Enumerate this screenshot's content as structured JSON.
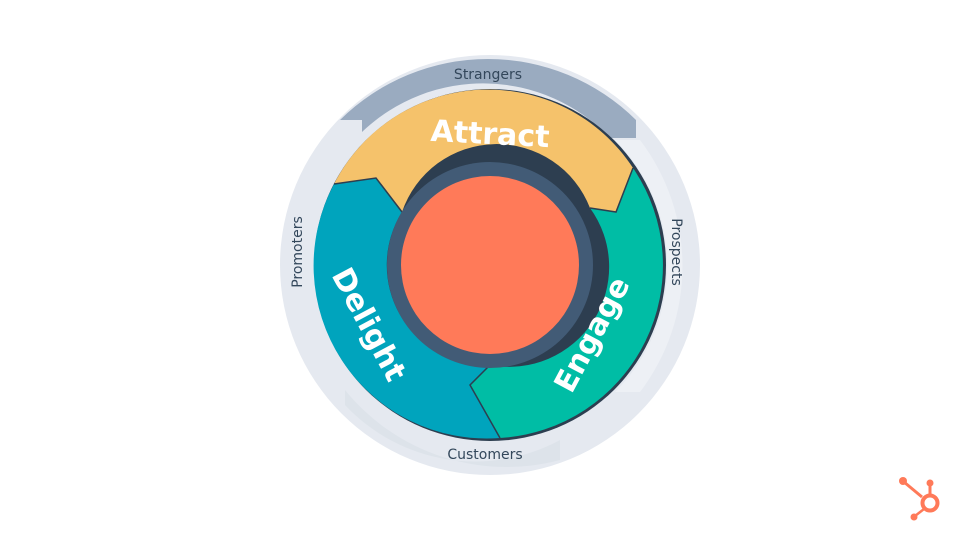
{
  "flywheel": {
    "outer_labels": {
      "top": "Strangers",
      "right": "Prospects",
      "bottom": "Customers",
      "left": "Promoters"
    },
    "stages": [
      {
        "label": "Attract",
        "color": "#f5c26b"
      },
      {
        "label": "Engage",
        "color": "#00bda5"
      },
      {
        "label": "Delight",
        "color": "#00a4bd"
      }
    ],
    "colors": {
      "outer_ring": "#e5e9f0",
      "strangers_band": "#9aabc0",
      "border": "#2d3e50",
      "hub_ring": "#425b76",
      "hub": "#ff7a59"
    }
  },
  "logo": {
    "name": "hubspot-sprocket-icon",
    "color": "#ff7a59"
  }
}
